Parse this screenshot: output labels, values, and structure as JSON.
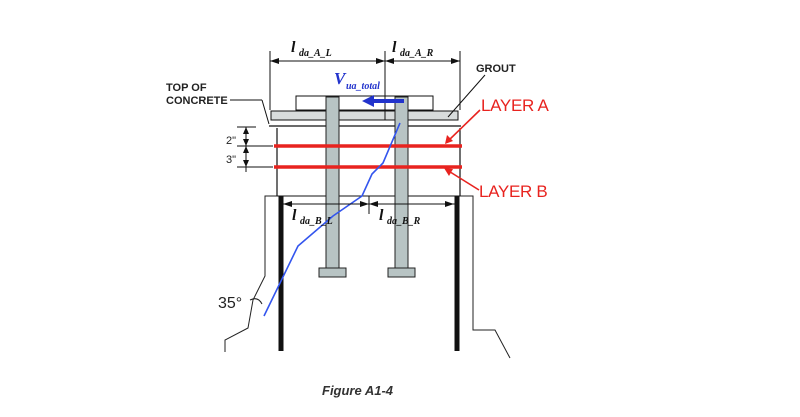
{
  "labels": {
    "grout": "GROUT",
    "top_of_concrete_line1": "TOP OF",
    "top_of_concrete_line2": "CONCRETE",
    "layer_a": "LAYER A",
    "layer_b": "LAYER B",
    "dim_2": "2\"",
    "dim_3": "3\"",
    "angle": "35°",
    "caption": "Figure A1-4"
  },
  "dimensions": {
    "l_da_a_l": {
      "symbol": "l",
      "subscript": "da_A_L"
    },
    "l_da_a_r": {
      "symbol": "l",
      "subscript": "da_A_R"
    },
    "l_da_b_l": {
      "symbol": "l",
      "subscript": "da_B_L"
    },
    "l_da_b_r": {
      "symbol": "l",
      "subscript": "da_B_R"
    }
  },
  "force": {
    "symbol": "V",
    "subscript": "ua_total"
  },
  "colors": {
    "layer_red": "#e8231f",
    "force_blue": "#2233cc",
    "steel_gray": "#b8c4c4",
    "ink": "#111111"
  }
}
